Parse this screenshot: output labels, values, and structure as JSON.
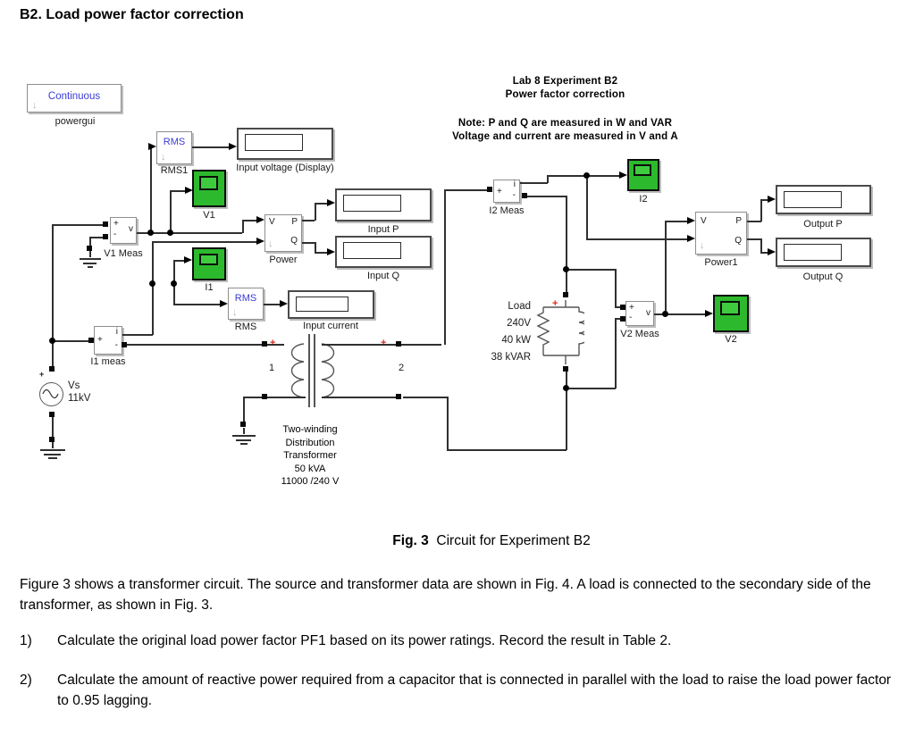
{
  "page": {
    "title": "B2. Load power factor correction"
  },
  "diagram": {
    "lab_title_1": "Lab 8  Experiment B2",
    "lab_title_2": "Power factor correction",
    "note_1": "Note: P and Q are measured in W and VAR",
    "note_2": "Voltage and current are measured in V and A",
    "powergui": {
      "text": "Continuous",
      "label": "powergui"
    },
    "rms1": {
      "text": "RMS",
      "label": "RMS1"
    },
    "rms2": {
      "text": "RMS",
      "label": "RMS"
    },
    "displays": {
      "input_voltage": "Input voltage (Display)",
      "input_p": "Input P",
      "input_q": "Input Q",
      "input_current": "Input current",
      "output_p": "Output P",
      "output_q": "Output Q"
    },
    "scopes": {
      "v1": "V1",
      "i1": "I1",
      "i2": "I2",
      "v2": "V2"
    },
    "meas": {
      "v1": {
        "plus": "+",
        "minus": "-",
        "out": "v",
        "label": "V1 Meas"
      },
      "i1": {
        "plus": "+",
        "minus": "-",
        "out": "i",
        "label": "I1 meas"
      },
      "i2": {
        "plus": "+",
        "minus": "-",
        "out": "i",
        "label": "I2 Meas"
      },
      "v2": {
        "plus": "+",
        "minus": "-",
        "out": "v",
        "label": "V2 Meas"
      }
    },
    "power": {
      "v": "V",
      "p": "P",
      "q": "Q",
      "label": "Power"
    },
    "power1": {
      "v": "V",
      "p": "P",
      "q": "Q",
      "label": "Power1"
    },
    "source": {
      "name": "Vs",
      "value": "11kV",
      "plus": "+"
    },
    "load": {
      "plus": "+",
      "l1": "Load",
      "l2": "240V",
      "l3": "40 kW",
      "l4": "38 kVAR"
    },
    "transformer": {
      "w1": "1",
      "w2": "2",
      "plus": "+",
      "l1": "Two-winding",
      "l2": "Distribution",
      "l3": "Transformer",
      "l4": "50 kVA",
      "l5": "11000 /240 V"
    }
  },
  "caption": {
    "fig": "Fig. 3",
    "text": "Circuit for Experiment B2"
  },
  "body": {
    "paragraph": "Figure 3 shows a transformer circuit. The source and transformer data are shown in Fig. 4. A load is connected to the secondary side of the transformer, as shown in Fig. 3.",
    "items": [
      {
        "num": "1)",
        "text": "Calculate the original load power factor PF1 based on its power ratings. Record the result in Table 2."
      },
      {
        "num": "2)",
        "text": "Calculate the amount of reactive power required from a capacitor that is connected in parallel with the load to raise the load power factor to 0.95 lagging."
      }
    ]
  }
}
